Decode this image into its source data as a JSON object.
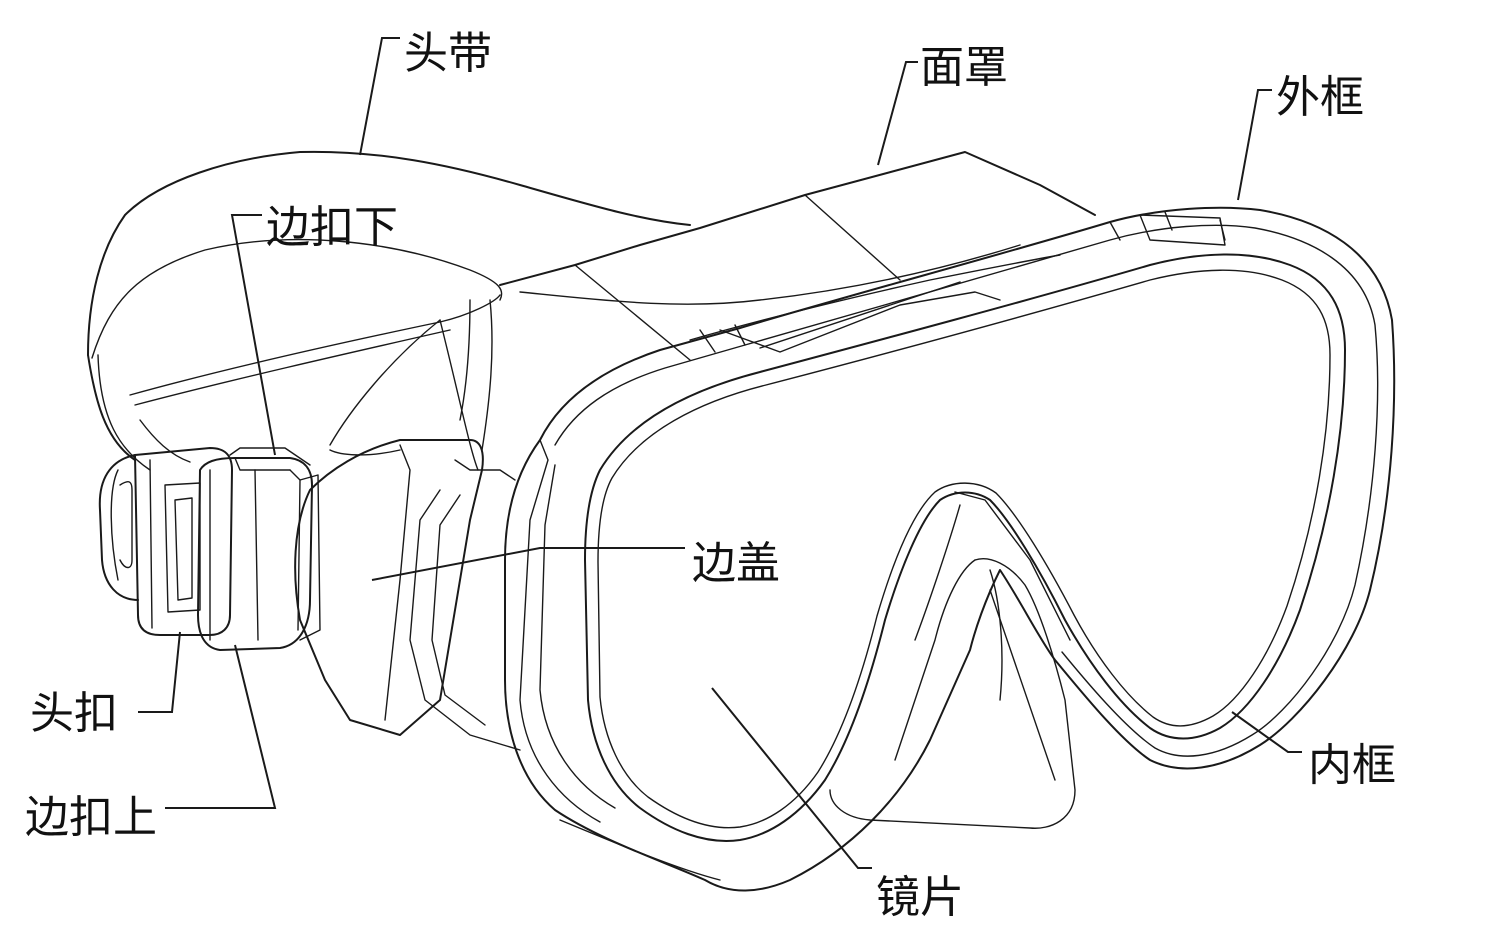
{
  "labels": {
    "head_strap": "头带",
    "mask_skirt": "面罩",
    "outer_frame": "外框",
    "side_buckle_lower": "边扣下",
    "side_cover": "边盖",
    "head_buckle": "头扣",
    "side_buckle_upper": "边扣上",
    "inner_frame": "内框",
    "lens": "镜片"
  },
  "colors": {
    "line": "#1a1a1a",
    "text": "#111111",
    "background": "#ffffff"
  }
}
